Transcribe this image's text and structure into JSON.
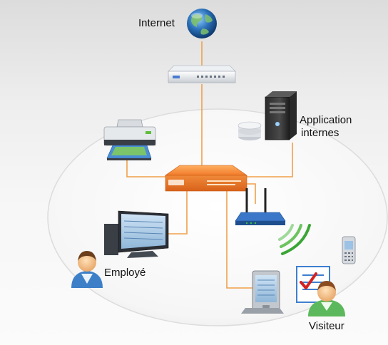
{
  "labels": {
    "internet": "Internet",
    "application_line1": "Application",
    "application_line2": "internes",
    "employee": "Employé",
    "visitor": "Visiteur"
  },
  "icons": [
    "globe-icon",
    "router-icon",
    "printer-icon",
    "server-icon",
    "firewall-appliance-icon",
    "wifi-access-point-icon",
    "monitor-icon",
    "employee-avatar-icon",
    "smartphone-icon",
    "tablet-icon",
    "clipboard-check-icon",
    "visitor-avatar-icon"
  ],
  "colors": {
    "connector": "#f0a04b",
    "appliance": "#f07a2a",
    "globe": "#2a6fb8"
  }
}
